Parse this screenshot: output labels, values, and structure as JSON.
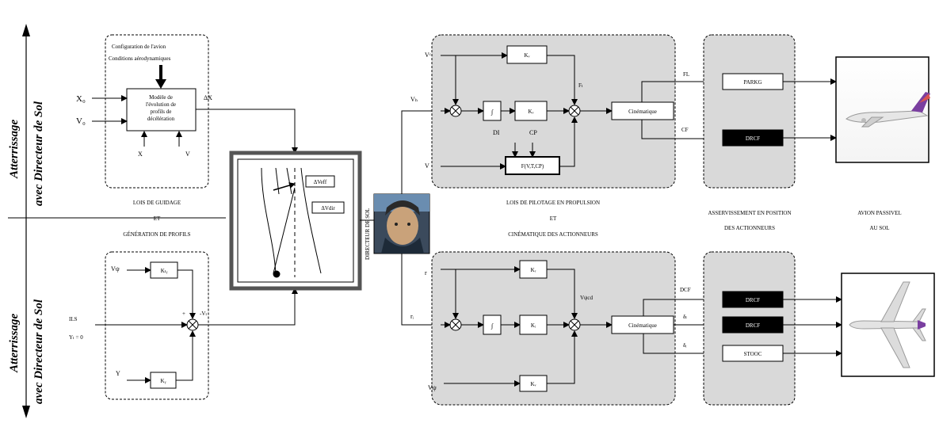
{
  "side_labels": {
    "top": [
      "Atterrissage",
      "avec Directeur de Sol"
    ],
    "bottom": [
      "Atterrissage",
      "avec Directeur de Sol"
    ]
  },
  "guidance_top": {
    "box_notes": [
      "Configuration de l'avion",
      "Conditions aérodynamiques"
    ],
    "model_lines": [
      "Modèle de",
      "l'évolution de",
      "profils de",
      "décélération"
    ],
    "input_x": "X₀",
    "input_v": "V₀",
    "bottom_inputs": [
      "X",
      "V"
    ],
    "output": "ΔX"
  },
  "guidance_bottom": {
    "gain_top": "Kₗᵧ",
    "gain_bottom": "Kᵧ",
    "input_top": "Vψ",
    "ils": [
      "ILS",
      "Yₗ = 0"
    ],
    "input_bottom": "Y",
    "minus_label": "-Vₗ",
    "plus": "+"
  },
  "middle_labels": [
    "LOIS DE GUIDAGE",
    "ET",
    "GÉNÉRATION DE PROFILS"
  ],
  "display": {
    "tag1": "ΔVeff",
    "tag2": "ΔVdir",
    "pilot_caption": "DIRECTEUR DE SOL"
  },
  "control_top": {
    "inputs": [
      "Vᶜ",
      "Vₕ",
      "V"
    ],
    "blocks": [
      "Kᵥ",
      "∫",
      "Kᵥ",
      "F(V,T,CP)",
      "Cinématique"
    ],
    "under_labels": [
      "DI",
      "CP"
    ],
    "sum_label": "Fₗ"
  },
  "control_bottom": {
    "inputs": [
      "r",
      "rᵢ",
      "Vψ"
    ],
    "blocks": [
      "Kᵣ",
      "∫",
      "Kᵢ",
      "Kᵥ",
      "Cinématique"
    ],
    "sum_label": "Vψcd"
  },
  "bottom_middle_labels": [
    "LOIS DE PILOTAGE EN PROPULSION",
    "ET",
    "CINÉMATIQUE DES ACTIONNEURS"
  ],
  "actuators_top": {
    "signals": [
      "FL",
      "CF"
    ],
    "blocks": [
      "PARKG",
      "DRCF"
    ]
  },
  "actuators_bottom": {
    "signals": [
      "DCF",
      "δₗ",
      "δᵣ"
    ],
    "blocks": [
      "DRCF",
      "DRCF",
      "STOOC"
    ]
  },
  "actuator_labels": [
    "ASSERVISSEMENT EN POSITION",
    "DES ACTIONNEURS"
  ],
  "aircraft_labels": [
    "AVION PASSIVEL",
    "AU SOL"
  ]
}
